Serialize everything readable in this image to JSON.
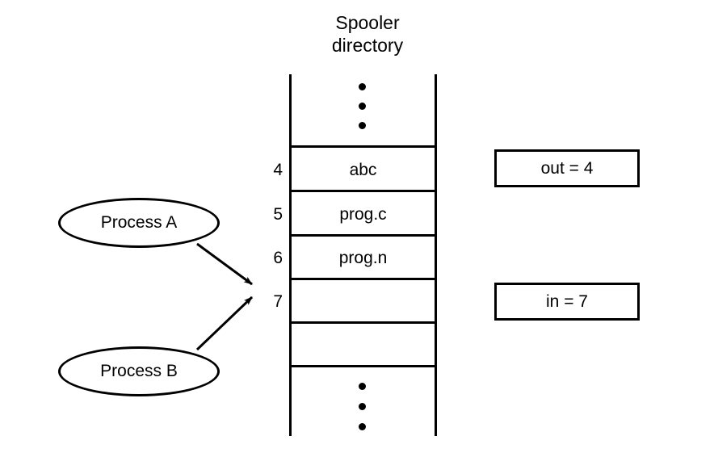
{
  "diagram": {
    "title": "Spooler\ndirectory",
    "spooler": {
      "rows": [
        {
          "index": "",
          "name": "",
          "label_visible": false
        },
        {
          "index": "4",
          "name": "abc",
          "label_visible": true
        },
        {
          "index": "5",
          "name": "prog.c",
          "label_visible": true
        },
        {
          "index": "6",
          "name": "prog.n",
          "label_visible": true
        },
        {
          "index": "7",
          "name": "",
          "label_visible": true
        },
        {
          "index": "",
          "name": "",
          "label_visible": false
        },
        {
          "index": "",
          "name": "",
          "label_visible": false
        }
      ],
      "row_labels": [
        "4",
        "5",
        "6",
        "7"
      ],
      "entries": [
        "abc",
        "prog.c",
        "prog.n"
      ],
      "ellipsis_top": "⋮",
      "ellipsis_bottom": "⋮"
    },
    "processes": [
      {
        "id": "a",
        "label": "Process A"
      },
      {
        "id": "b",
        "label": "Process B"
      }
    ],
    "pointers": [
      {
        "id": "out",
        "text": "out = 4",
        "variable": "out",
        "value": "4"
      },
      {
        "id": "in",
        "text": "in = 7",
        "variable": "in",
        "value": "7"
      }
    ],
    "colors": {
      "stroke": "#000000",
      "background": "#ffffff",
      "text": "#000000"
    }
  }
}
